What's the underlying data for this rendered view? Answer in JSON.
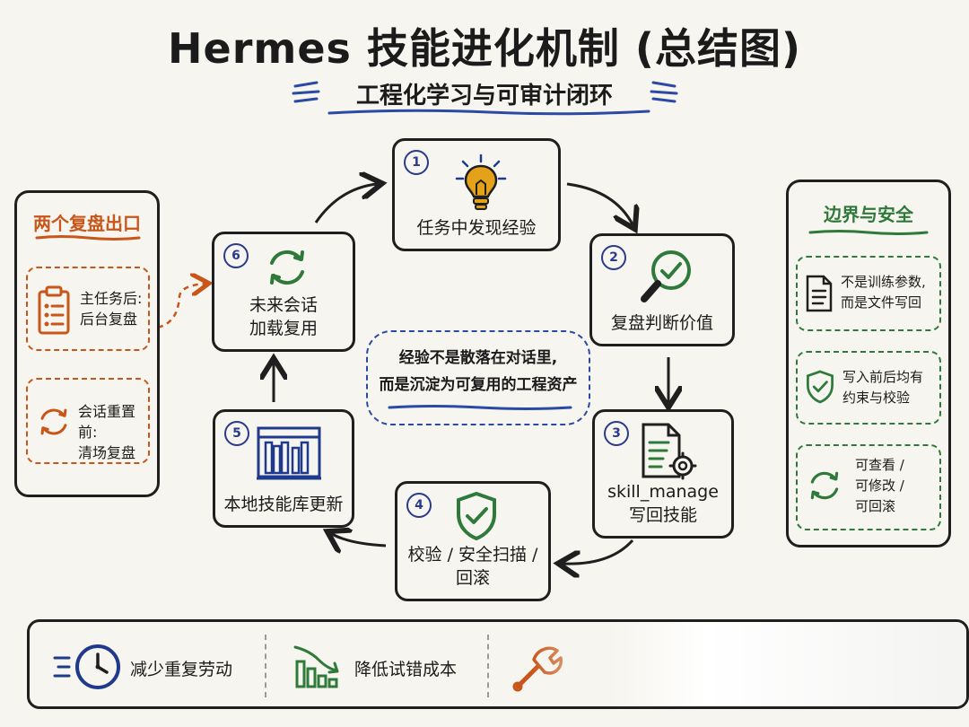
{
  "header": {
    "title": "Hermes 技能进化机制 (总结图)",
    "subtitle": "工程化学习与可审计闭环"
  },
  "cycle": {
    "steps": [
      {
        "num": "1",
        "label_lines": [
          "任务中发现经验"
        ],
        "icon": "lightbulb-icon"
      },
      {
        "num": "2",
        "label_lines": [
          "复盘判断价值"
        ],
        "icon": "magnifier-check-icon"
      },
      {
        "num": "3",
        "label_lines": [
          "skill_manage",
          "写回技能"
        ],
        "icon": "document-gear-icon"
      },
      {
        "num": "4",
        "label_lines": [
          "校验 / 安全扫描 /",
          "回滚"
        ],
        "icon": "shield-check-icon"
      },
      {
        "num": "5",
        "label_lines": [
          "本地技能库更新"
        ],
        "icon": "bookshelf-icon"
      },
      {
        "num": "6",
        "label_lines": [
          "未来会话",
          "加载复用"
        ],
        "icon": "refresh-icon"
      }
    ],
    "center_lines": [
      "经验不是散落在对话里,",
      "而是沉淀为可复用的工程资产"
    ]
  },
  "left_panel": {
    "title": "两个复盘出口",
    "items": [
      {
        "lines": [
          "主任务后:",
          "后台复盘"
        ],
        "icon": "clipboard-list-icon"
      },
      {
        "lines": [
          "会话重置前:",
          "清场复盘"
        ],
        "icon": "refresh-icon"
      }
    ]
  },
  "right_panel": {
    "title": "边界与安全",
    "items": [
      {
        "lines": [
          "不是训练参数,",
          "而是文件写回"
        ],
        "icon": "document-icon"
      },
      {
        "lines": [
          "写入前后均有",
          "约束与校验"
        ],
        "icon": "shield-check-icon"
      },
      {
        "lines": [
          "可查看 /",
          "可修改 /",
          "可回滚"
        ],
        "icon": "refresh-icon"
      }
    ]
  },
  "bottom_bar": {
    "benefits": [
      {
        "label": "减少重复劳动",
        "icon": "clock-icon"
      },
      {
        "label": "降低试错成本",
        "icon": "trend-down-chart-icon"
      },
      {
        "label": "",
        "icon": "wrench-icon"
      }
    ]
  },
  "colors": {
    "orange": "#c8561a",
    "green": "#2f7a3a",
    "blue": "#2a3a8c",
    "ink": "#1f1f1f",
    "bulb": "#e3a21a"
  }
}
